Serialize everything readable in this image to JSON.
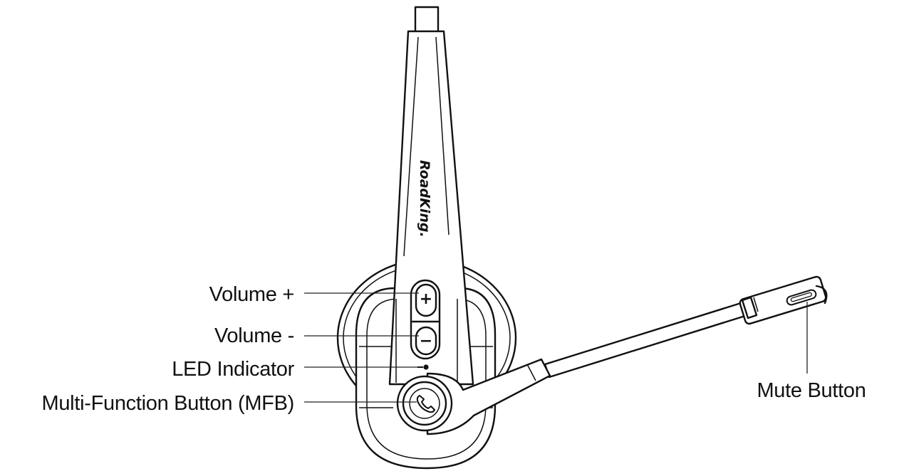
{
  "diagram": {
    "brand_text": "RoadKing.",
    "labels": {
      "volume_up": "Volume +",
      "volume_down": "Volume -",
      "led_indicator": "LED Indicator",
      "mfb": "Multi-Function Button (MFB)",
      "mute": "Mute Button"
    },
    "button_glyphs": {
      "plus": "+",
      "minus": "−"
    },
    "icons": [
      "phone-icon"
    ]
  }
}
